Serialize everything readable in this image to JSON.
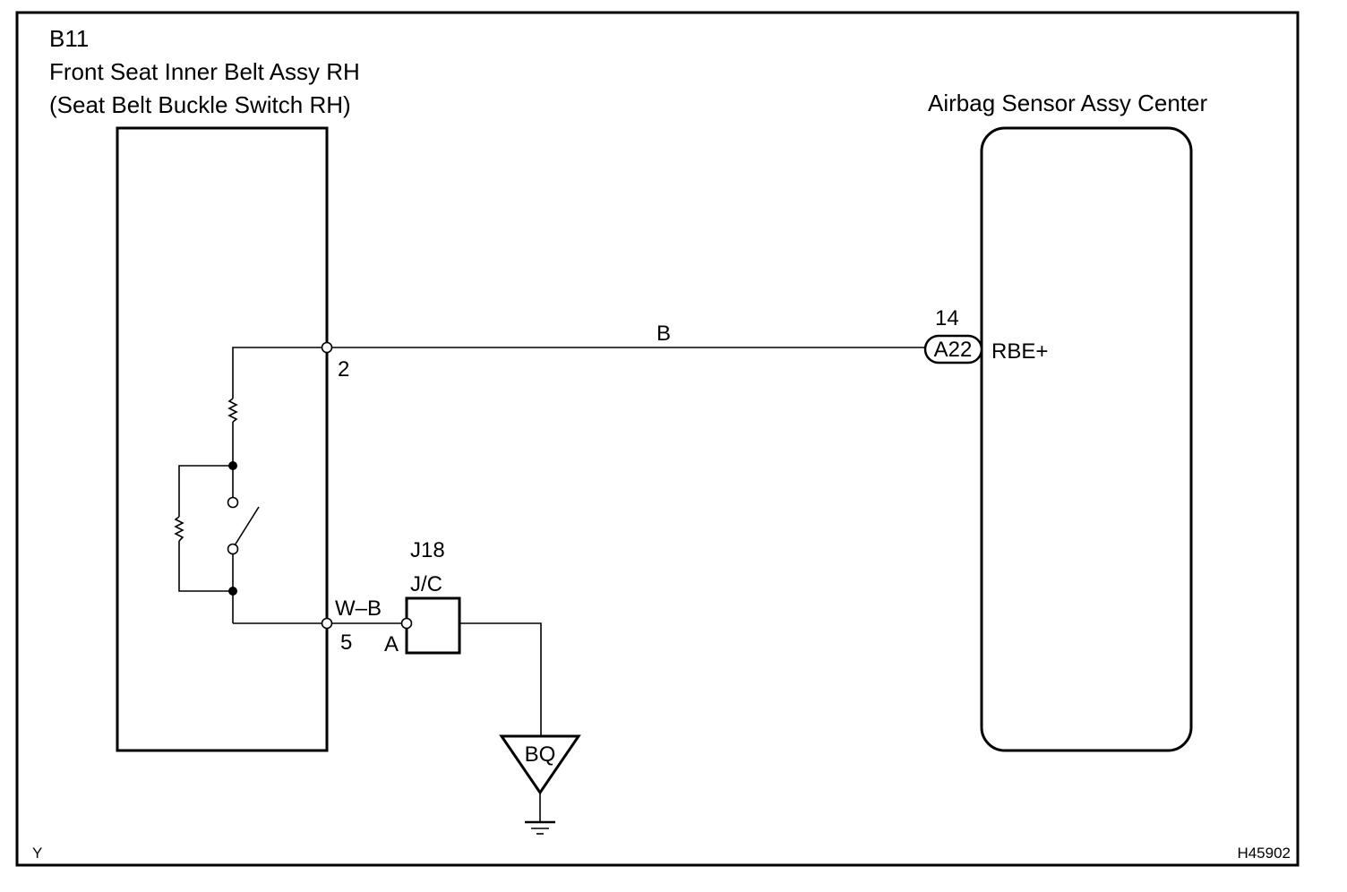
{
  "diagram": {
    "left_component": {
      "code": "B11",
      "name": "Front Seat Inner Belt Assy RH",
      "subname": "(Seat Belt Buckle Switch RH)",
      "pin_top": "2",
      "pin_bottom": "5"
    },
    "right_component": {
      "name": "Airbag Sensor Assy Center",
      "pin_number": "14",
      "connector": "A22",
      "terminal": "RBE+"
    },
    "wire_top_color": "B",
    "wire_bottom_color": "W–B",
    "junction": {
      "code": "J18",
      "type": "J/C",
      "pin": "A"
    },
    "ground": "BQ",
    "corner_left": "Y",
    "corner_right": "H45902"
  }
}
